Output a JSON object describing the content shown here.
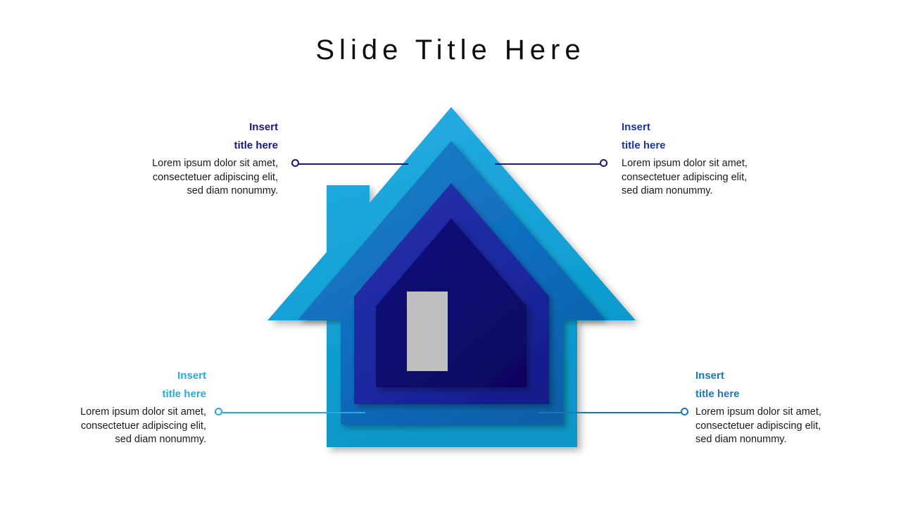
{
  "slide": {
    "title": "Slide Title Here",
    "background_color": "#FFFFFF"
  },
  "colors": {
    "title_text": "#0D0D0D",
    "body_text": "#1A1A1A",
    "navy": "#1A1A7E",
    "royal_blue": "#1B27A2",
    "medium_blue": "#1878BE",
    "cyan": "#27AAE1",
    "house_outer": "#13A0D2",
    "house_second": "#0E6CBD",
    "house_third": "#1C28A0",
    "house_inner": "#0B0A6E",
    "door_gray": "#BFBFBF"
  },
  "callouts": [
    {
      "id": "top-left",
      "title_line1": "Insert",
      "title_line2": "title here",
      "title_color": "#1A1A7E",
      "body": "Lorem ipsum dolor sit amet, consectetuer adipiscing elit, sed diam nonummy.",
      "connector_color": "#1A1A7E",
      "align": "right"
    },
    {
      "id": "top-right",
      "title_line1": "Insert",
      "title_line2": "title here",
      "title_color": "#1B35A5",
      "body": "Lorem ipsum dolor sit amet, consectetuer adipiscing elit, sed diam nonummy.",
      "connector_color": "#1A1A7E",
      "align": "left"
    },
    {
      "id": "bottom-left",
      "title_line1": "Insert",
      "title_line2": "title here",
      "title_color": "#27AAE1",
      "body": "Lorem ipsum dolor sit amet, consectetuer adipiscing elit, sed diam nonummy.",
      "connector_color": "#27AAE1",
      "align": "right"
    },
    {
      "id": "bottom-right",
      "title_line1": "Insert",
      "title_line2": "title here",
      "title_color": "#1878BE",
      "body": "Lorem ipsum dolor sit amet, consectetuer adipiscing elit, sed diam nonummy.",
      "connector_color": "#1878BE",
      "align": "left"
    }
  ],
  "graphic": {
    "name": "nested-house-diagram",
    "layer_count": 4,
    "has_chimney": true,
    "has_door": true
  }
}
